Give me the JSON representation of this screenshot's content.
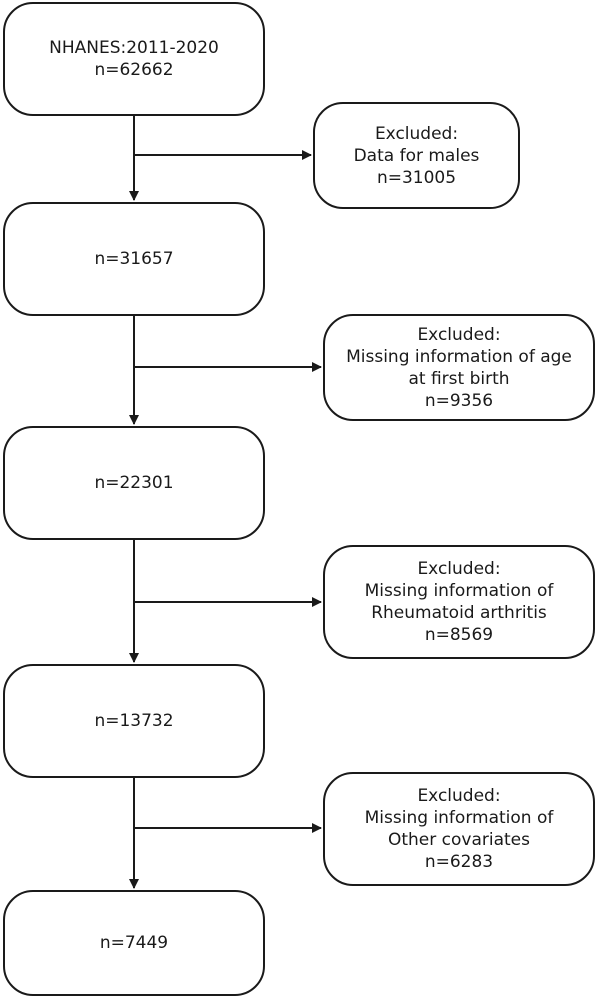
{
  "main_boxes": [
    {
      "line1": "NHANES:2011-2020",
      "line2": "n=62662"
    },
    {
      "line1": "n=31657"
    },
    {
      "line1": "n=22301"
    },
    {
      "line1": "n=13732"
    },
    {
      "line1": "n=7449"
    }
  ],
  "excluded_boxes": [
    {
      "lines": [
        "Excluded:",
        "Data for males",
        "n=31005"
      ]
    },
    {
      "lines": [
        "Excluded:",
        "Missing information of age",
        "at first birth",
        "n=9356"
      ]
    },
    {
      "lines": [
        "Excluded:",
        "Missing information of",
        "Rheumatoid arthritis",
        "n=8569"
      ]
    },
    {
      "lines": [
        "Excluded:",
        "Missing information of",
        "Other covariates",
        "n=6283"
      ]
    }
  ]
}
